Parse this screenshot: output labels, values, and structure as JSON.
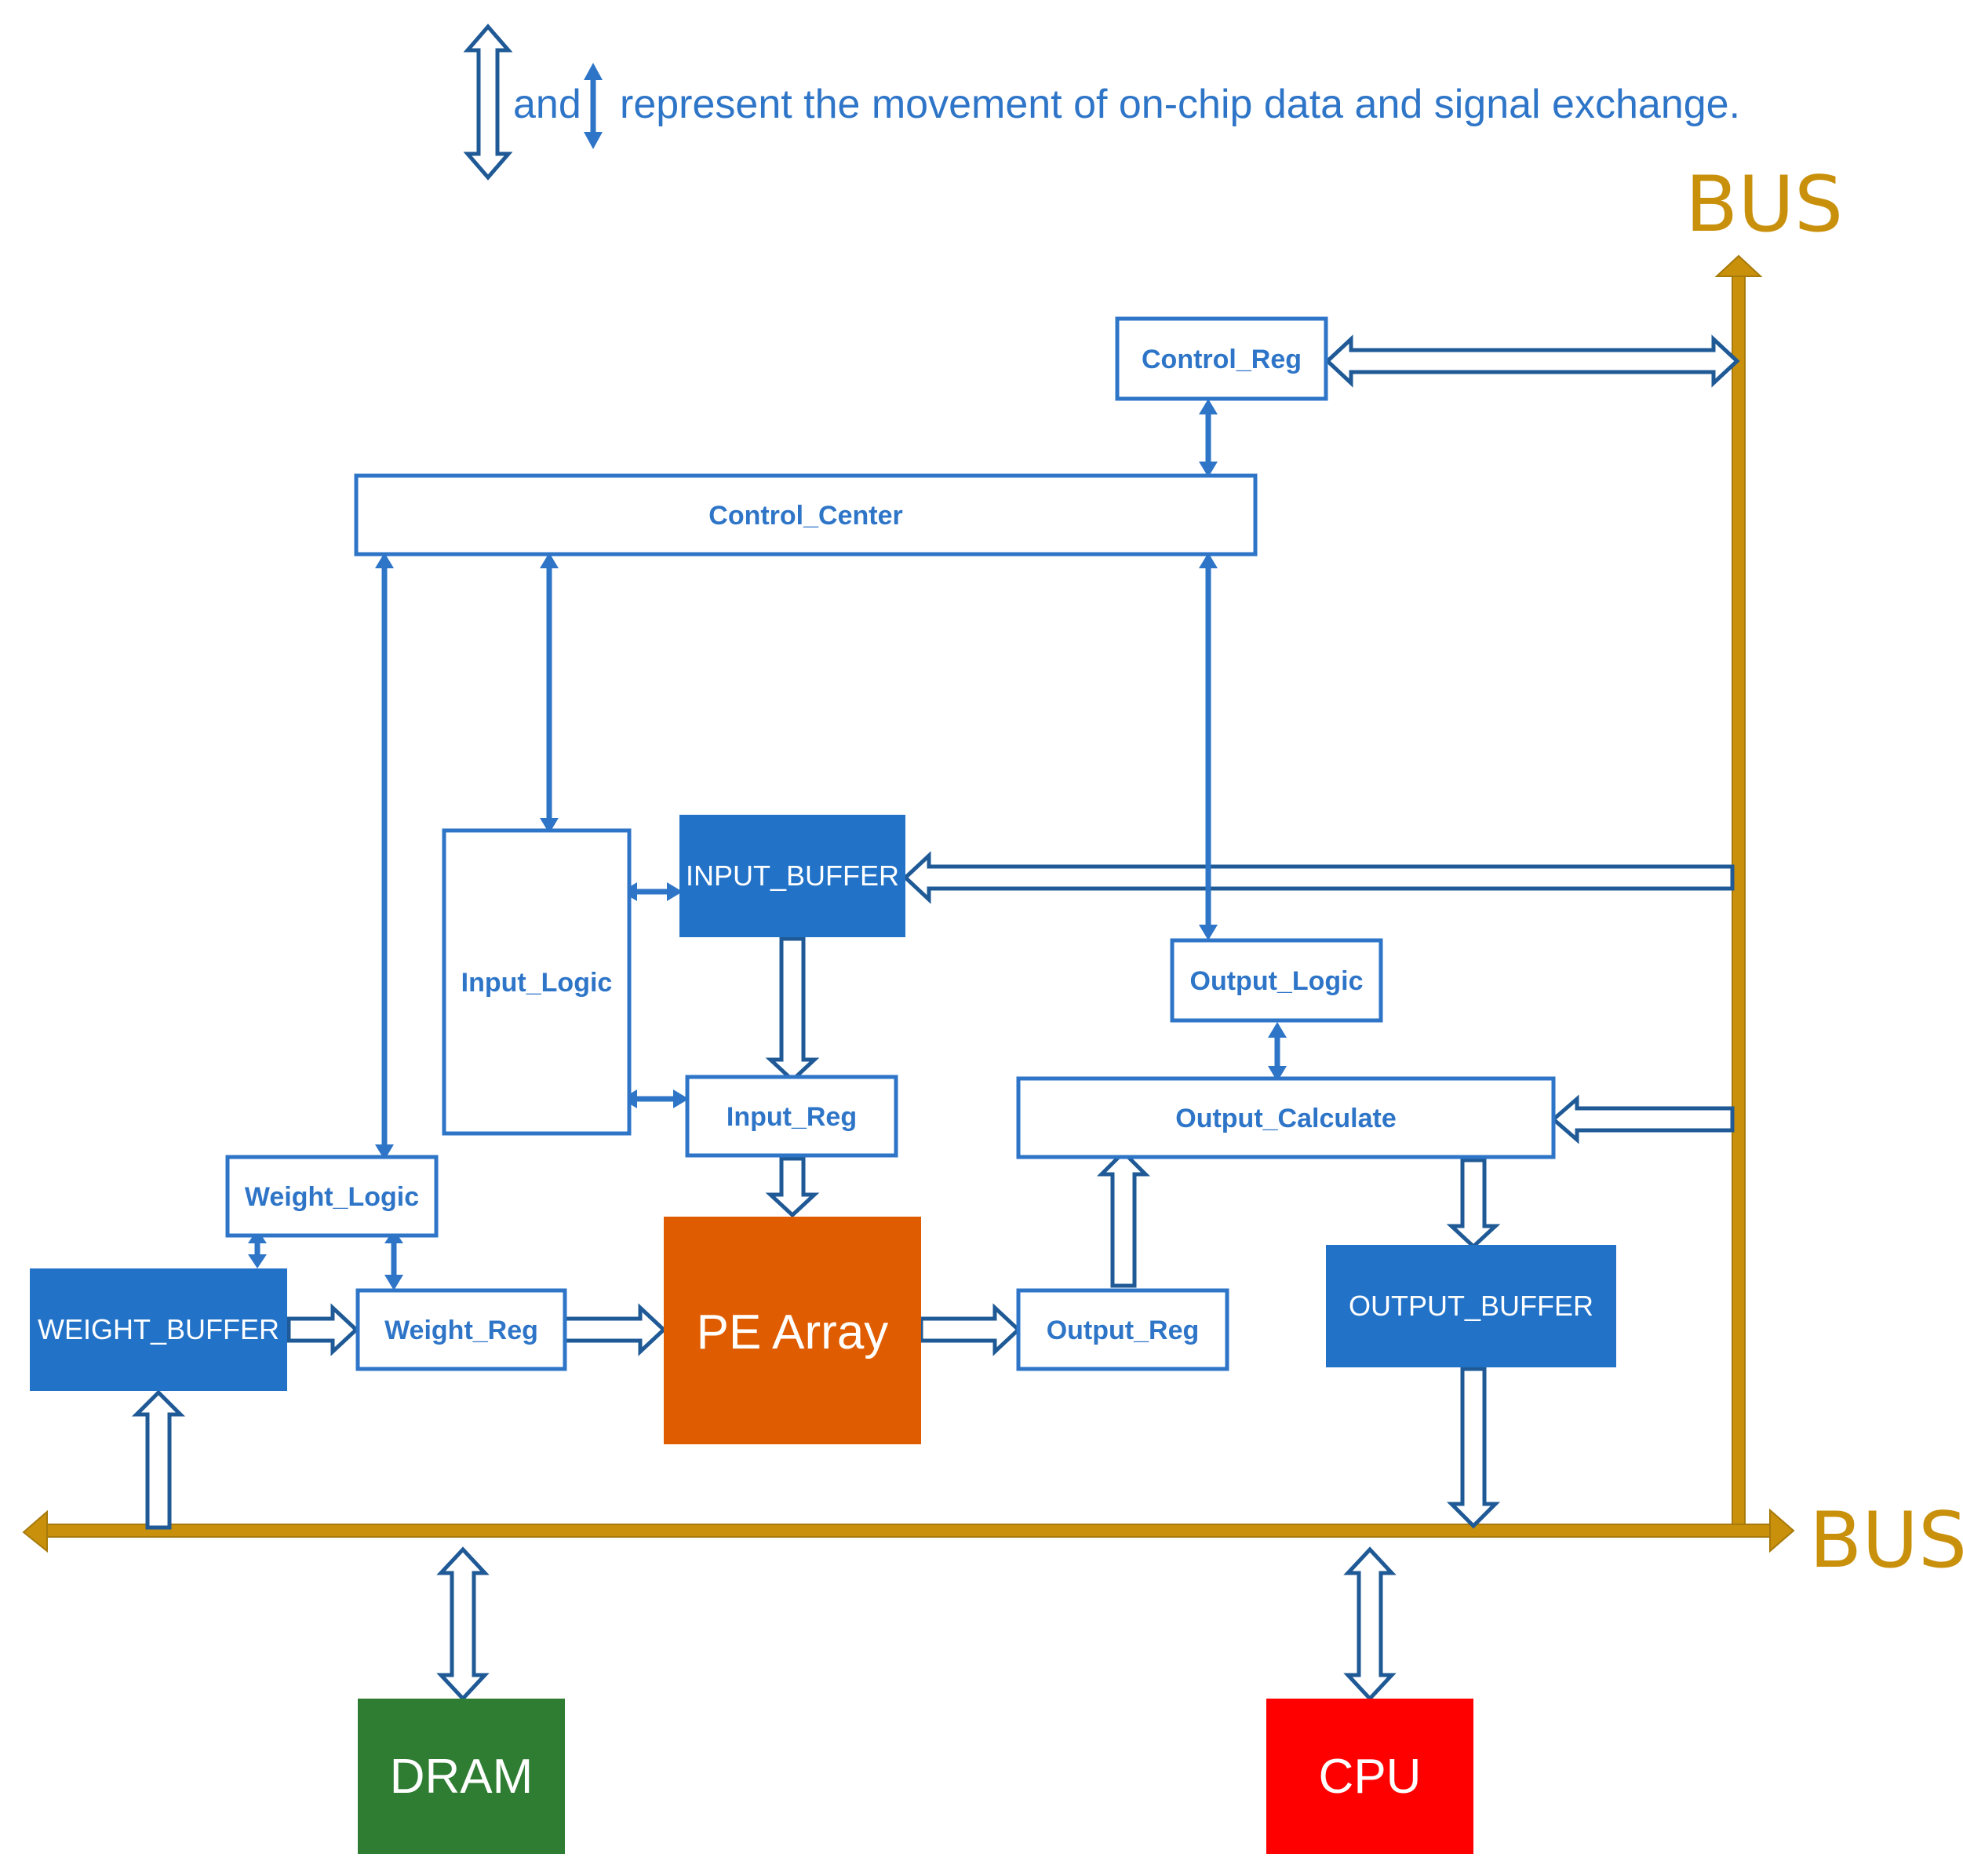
{
  "legend": {
    "and": "and",
    "text": "represent the movement of on-chip data and signal exchange."
  },
  "bus": {
    "vertical_label": "BUS",
    "horizontal_label": "BUS"
  },
  "blocks": {
    "control_reg": "Control_Reg",
    "control_center": "Control_Center",
    "input_logic": "Input_Logic",
    "input_buffer": "INPUT_BUFFER",
    "input_reg": "Input_Reg",
    "output_logic": "Output_Logic",
    "output_calculate": "Output_Calculate",
    "weight_logic": "Weight_Logic",
    "weight_buffer": "WEIGHT_BUFFER",
    "weight_reg": "Weight_Reg",
    "pe_array": "PE Array",
    "output_reg": "Output_Reg",
    "output_buffer": "OUTPUT_BUFFER",
    "dram": "DRAM",
    "cpu": "CPU"
  },
  "colors": {
    "accent_blue": "#2e75c8",
    "dark_blue": "#1f5a96",
    "bus_gold": "#c9900c",
    "pe_orange": "#e05c00",
    "dram_green": "#2e7d32",
    "cpu_red": "#ff0000"
  }
}
